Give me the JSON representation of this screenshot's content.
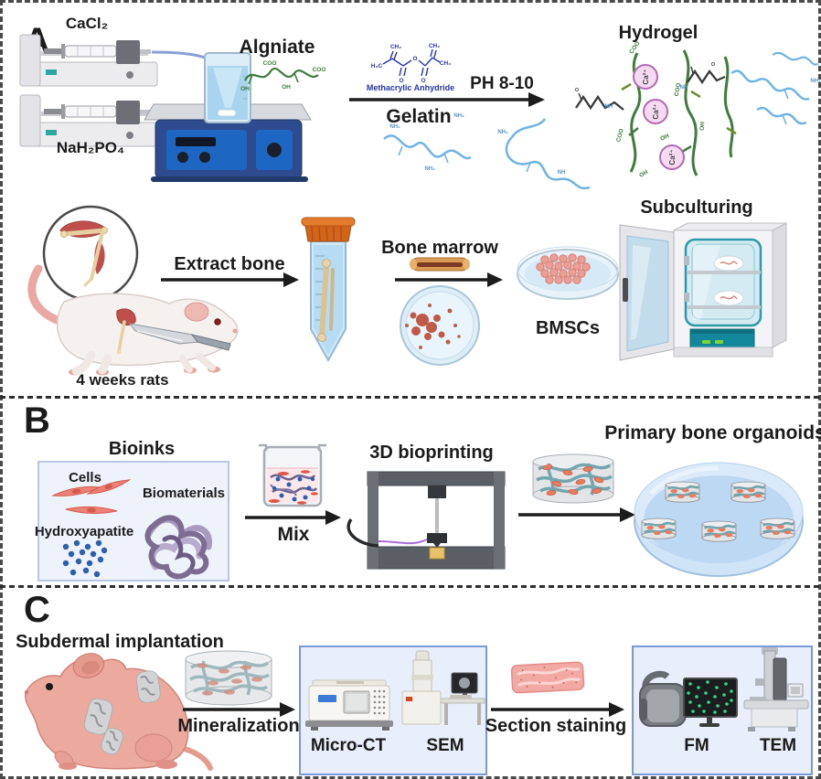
{
  "figure": {
    "description": "Three-panel schematic of bone organoid fabrication workflow"
  },
  "chem": {
    "coo": "COO",
    "oh": "OH",
    "nh2": "NH₂",
    "nh": "NH",
    "ch2": "CH₂",
    "ch3": "CH₃",
    "h3c": "H₃C",
    "o": "O",
    "ca": "Ca²⁺"
  },
  "panel_a": {
    "letter": "A",
    "cacl2": "CaCl₂",
    "nah2po4": "NaH₂PO₄",
    "alginate_label": "Algniate",
    "methacrylic_label": "Methacrylic Anhydride",
    "ph_label": "PH 8-10",
    "gelatin_label": "Gelatin",
    "hydrogel_label": "Hydrogel",
    "extract_bone_label": "Extract bone",
    "rats_label": "4 weeks rats",
    "bone_marrow_label": "Bone marrow",
    "bmscs_label": "BMSCs",
    "subculturing_label": "Subculturing"
  },
  "panel_b": {
    "letter": "B",
    "bioinks_label": "Bioinks",
    "cells_label": "Cells",
    "biomaterials_label": "Biomaterials",
    "hydroxyapatite_label": "Hydroxyapatite",
    "mix_label": "Mix",
    "bioprinting_label": "3D bioprinting",
    "organoids_label": "Primary bone organoids"
  },
  "panel_c": {
    "letter": "C",
    "implantation_label": "Subdermal implantation",
    "mineralization_label": "Mineralization",
    "microct_label": "Micro-CT",
    "sem_label": "SEM",
    "staining_label": "Section staining",
    "fm_label": "FM",
    "tem_label": "TEM"
  },
  "colors": {
    "alginate_green": "#3f7d3c",
    "gelatin_blue": "#70b4e4",
    "chem_structure_blue": "#2833b8",
    "calcium_circle_fill": "#f6daf2",
    "calcium_circle_stroke": "#b06cb0",
    "tube_cap_orange": "#d2641c",
    "stirrer_navy": "#2d4b8e",
    "stirrer_panel_blue": "#1d66c2",
    "incubator_teal": "#13889c",
    "box_bg_blue": "#edf2fb",
    "box_border_blue": "#7b99d6",
    "cell_red": "#ef8075",
    "hydroxyapatite_blue": "#2e5eb0",
    "biomaterial_purple": "#7d6c92",
    "construct_teal": "#6fa3ad",
    "construct_cell_salmon": "#e87c60",
    "mouse_pink": "#eca99e",
    "fluorescence_green": "#2fd98a",
    "arrow_black": "#1c1c1c"
  }
}
